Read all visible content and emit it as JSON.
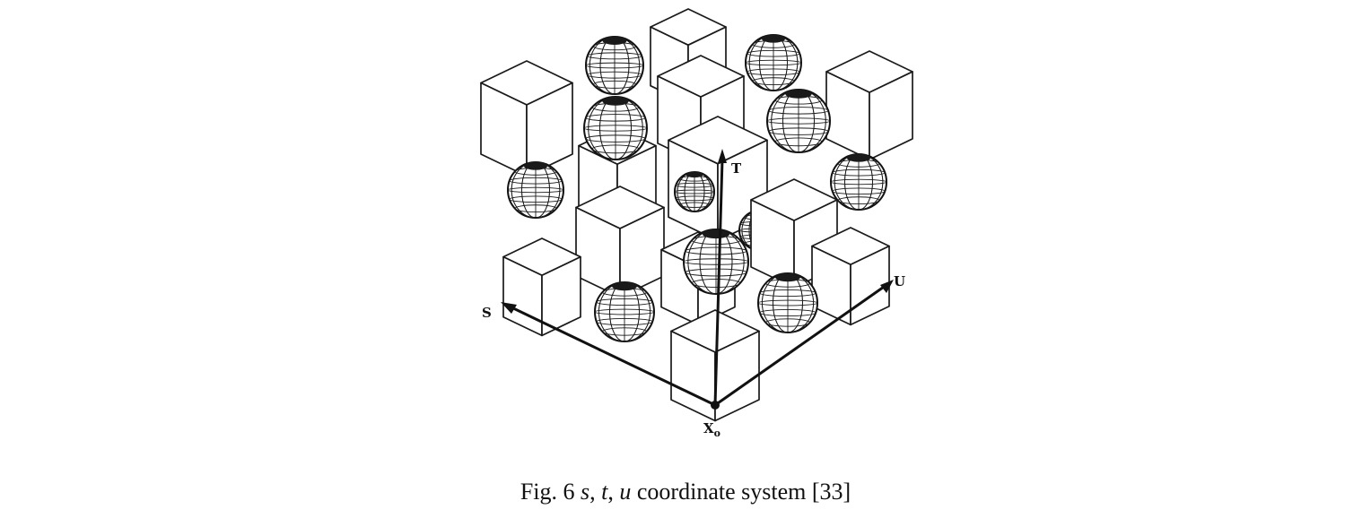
{
  "diagram": {
    "axes": {
      "s_label": "S",
      "t_label": "T",
      "u_label": "U",
      "origin_label": "X",
      "origin_subscript": "o"
    },
    "objects": [
      "cube",
      "sphere"
    ]
  },
  "caption": {
    "prefix": "Fig. 6 ",
    "s": "s",
    "sep1": ", ",
    "t": "t",
    "sep2": ", ",
    "u": "u",
    "suffix": " coordinate system [33]"
  }
}
